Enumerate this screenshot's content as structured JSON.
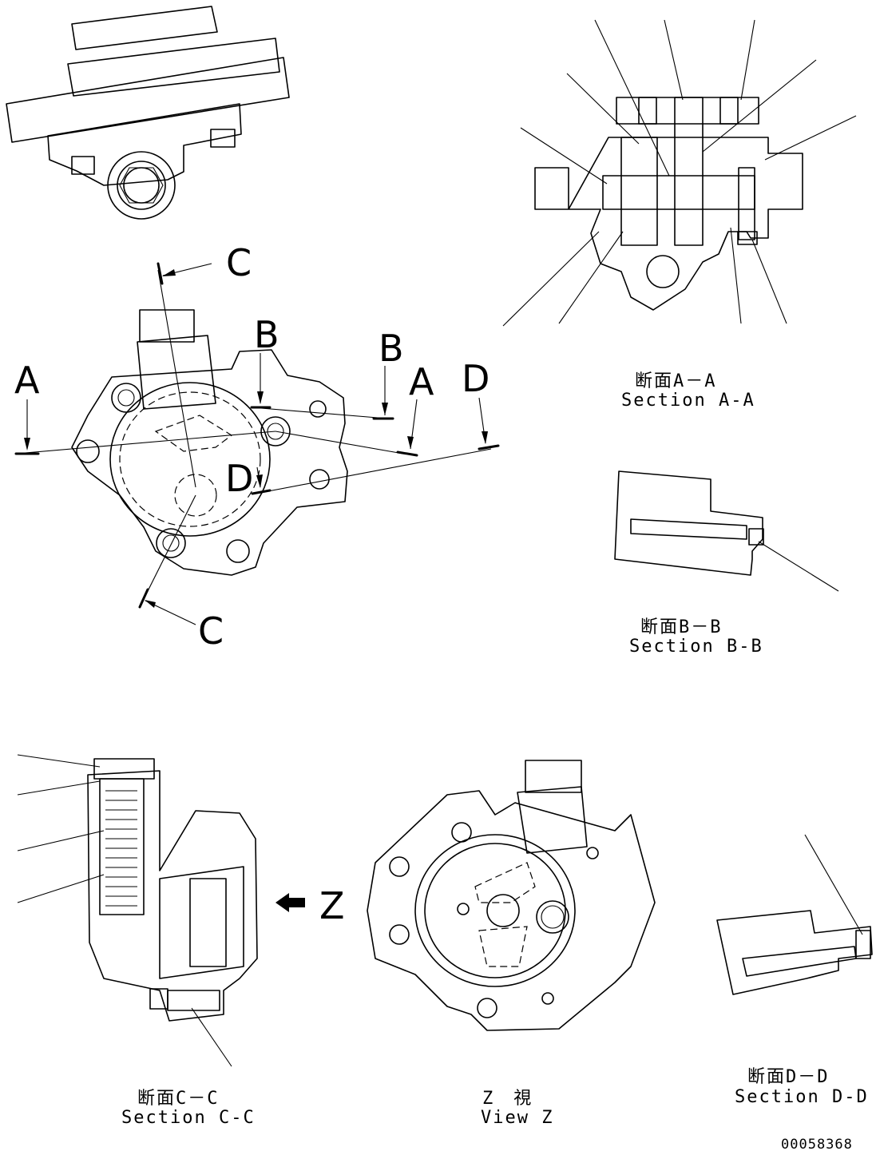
{
  "cut_marks": {
    "a_left": "A",
    "a_right": "A",
    "b_left": "B",
    "b_right": "B",
    "c_top": "C",
    "c_bottom": "C",
    "d_left": "D",
    "d_right": "D"
  },
  "view_arrow_label": "Z",
  "captions": {
    "section_aa_jp": "断面A－A",
    "section_aa_en": "Section A-A",
    "section_bb_jp": "断面B－B",
    "section_bb_en": "Section B-B",
    "section_cc_jp": "断面C－C",
    "section_cc_en": "Section C-C",
    "view_z_jp": "Z　視",
    "view_z_en": "View Z",
    "section_dd_jp": "断面D－D",
    "section_dd_en": "Section D-D"
  },
  "drawing_id": "00058368"
}
